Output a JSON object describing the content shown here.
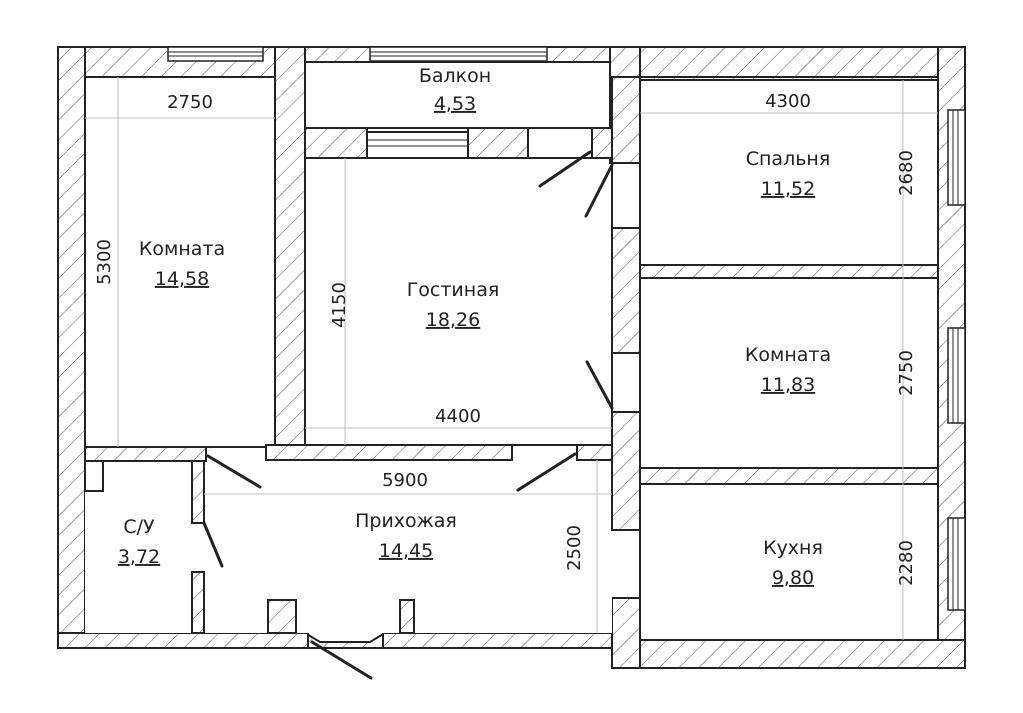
{
  "rooms": {
    "balcony": {
      "name": "Балкон",
      "area": "4,53"
    },
    "bedroom": {
      "name": "Спальня",
      "area": "11,52"
    },
    "room_left": {
      "name": "Комната",
      "area": "14,58"
    },
    "living": {
      "name": "Гостиная",
      "area": "18,26"
    },
    "room_right": {
      "name": "Комната",
      "area": "11,83"
    },
    "bathroom": {
      "name": "С/У",
      "area": "3,72"
    },
    "hall": {
      "name": "Прихожая",
      "area": "14,45"
    },
    "kitchen": {
      "name": "Кухня",
      "area": "9,80"
    }
  },
  "dimensions": {
    "room_left_width": "2750",
    "room_left_height": "5300",
    "bedroom_width": "4300",
    "bedroom_height": "2680",
    "living_height": "4150",
    "living_width": "4400",
    "room_right_height": "2750",
    "hall_width": "5900",
    "hall_height": "2500",
    "kitchen_height": "2280"
  },
  "colors": {
    "line": "#222222",
    "guide": "#bdbdbd",
    "background": "#ffffff"
  }
}
